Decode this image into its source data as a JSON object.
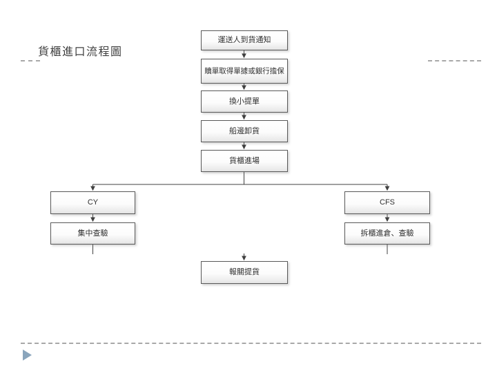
{
  "slide": {
    "title": "貨櫃進口流程圖"
  },
  "flowchart": {
    "nodes": [
      {
        "id": "arrival-notice",
        "label": "運送人到貨通知"
      },
      {
        "id": "redeem-documents",
        "label": "贖單取得單據或銀行擔保"
      },
      {
        "id": "exchange-do",
        "label": "換小提單"
      },
      {
        "id": "shipside-unload",
        "label": "船邊卸貨"
      },
      {
        "id": "container-gatein",
        "label": "貨櫃進場"
      },
      {
        "id": "cy",
        "label": "CY"
      },
      {
        "id": "cy-inspection",
        "label": "集中查驗"
      },
      {
        "id": "cfs",
        "label": "CFS"
      },
      {
        "id": "cfs-inspection",
        "label": "拆櫃進倉、查驗"
      },
      {
        "id": "customs-pickup",
        "label": "報關提貨"
      }
    ],
    "edges": [
      {
        "from": "arrival-notice",
        "to": "redeem-documents"
      },
      {
        "from": "redeem-documents",
        "to": "exchange-do"
      },
      {
        "from": "exchange-do",
        "to": "shipside-unload"
      },
      {
        "from": "shipside-unload",
        "to": "container-gatein"
      },
      {
        "from": "container-gatein",
        "to": "cy"
      },
      {
        "from": "container-gatein",
        "to": "cfs"
      },
      {
        "from": "cy",
        "to": "cy-inspection"
      },
      {
        "from": "cfs",
        "to": "cfs-inspection"
      },
      {
        "from": "cy-inspection",
        "to": "customs-pickup"
      },
      {
        "from": "cfs-inspection",
        "to": "customs-pickup"
      }
    ]
  },
  "colors": {
    "connector": "#404040",
    "node_border": "#585858",
    "dashed_guide": "#a8a8a8",
    "bullet_triangle": "#8aa5bc",
    "title_text": "#404040"
  }
}
